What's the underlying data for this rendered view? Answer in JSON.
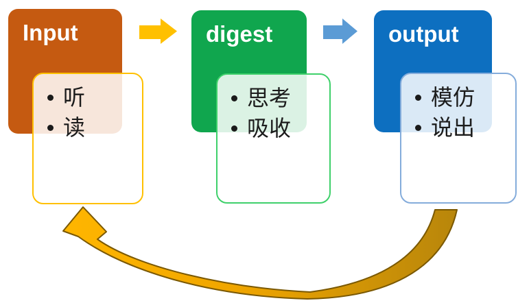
{
  "canvas": {
    "background": "#FFFFFF"
  },
  "columns": [
    {
      "header": "Input",
      "header_fill": "#C55A11",
      "list_border": "#FFC000",
      "items": [
        "听",
        "读"
      ]
    },
    {
      "header": "digest",
      "header_fill": "#10A64E",
      "list_border": "#3ED06A",
      "items": [
        "思考",
        "吸收"
      ]
    },
    {
      "header": "output",
      "header_fill": "#0D6FC0",
      "list_border": "#84ACDB",
      "items": [
        "模仿",
        "说出"
      ]
    }
  ],
  "connectors": [
    {
      "name": "input-to-digest",
      "color": "#FFC000"
    },
    {
      "name": "digest-to-output",
      "color": "#5B9BD5"
    }
  ],
  "feedback_arrow": {
    "name": "output-to-input",
    "gradient_start": "#FFB600",
    "gradient_mid": "#EFA500",
    "gradient_end": "#B8860B",
    "outline": "#7A5800"
  }
}
